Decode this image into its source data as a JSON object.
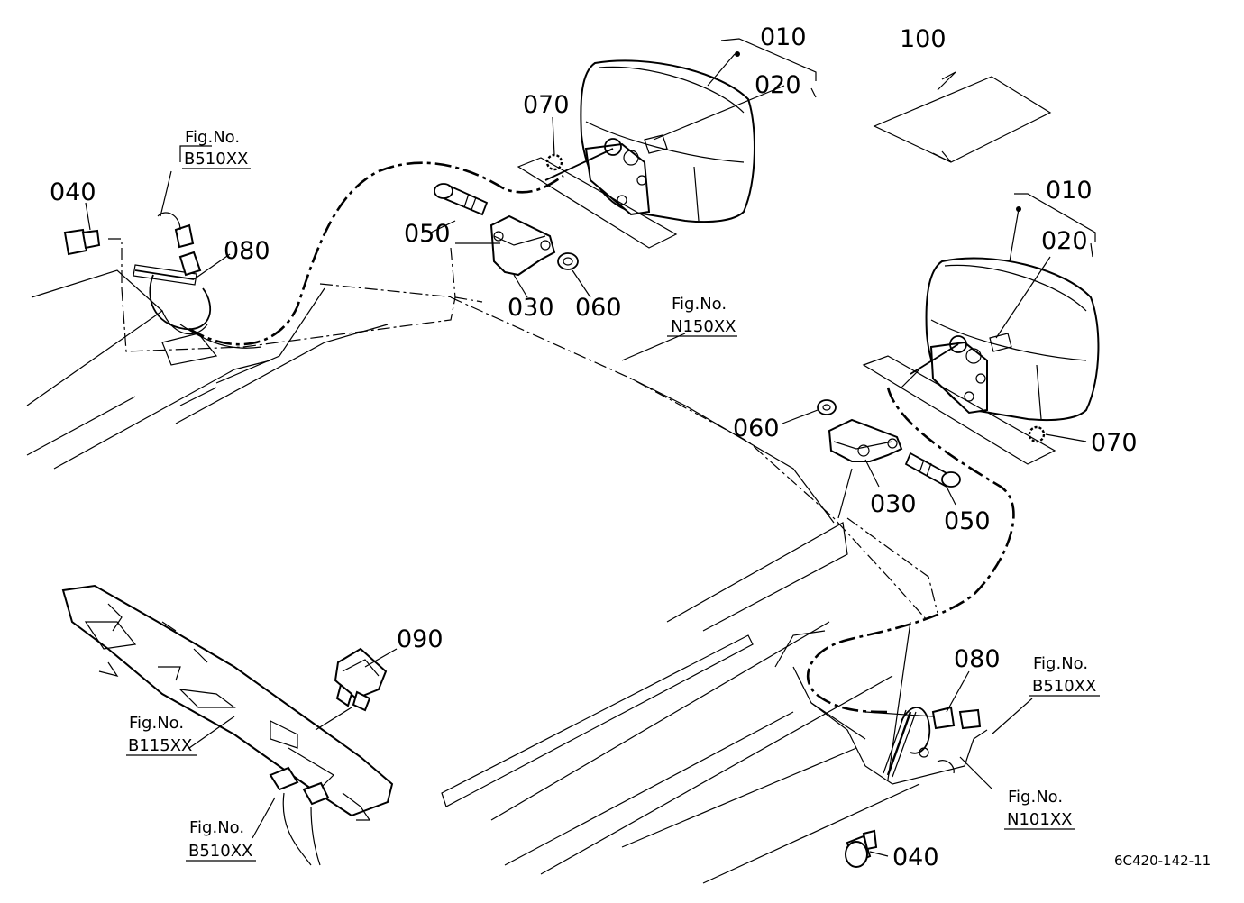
{
  "diagram": {
    "drawing_code": "6C420-142-11",
    "callouts": {
      "c010_left": "010",
      "c020_left": "020",
      "c070_left": "070",
      "c100": "100",
      "c040_left": "040",
      "c080_left": "080",
      "c050_left": "050",
      "c030_left": "030",
      "c060_left": "060",
      "c010_right": "010",
      "c020_right": "020",
      "c060_right": "060",
      "c070_right": "070",
      "c030_right": "030",
      "c050_right": "050",
      "c090": "090",
      "c080_right": "080",
      "c040_right": "040"
    },
    "figure_refs": {
      "b510_top": {
        "label": "Fig.No.",
        "code": "B510XX"
      },
      "n150": {
        "label": "Fig.No.",
        "code": "N150XX"
      },
      "b510_right": {
        "label": "Fig.No.",
        "code": "B510XX"
      },
      "b115": {
        "label": "Fig.No.",
        "code": "B115XX"
      },
      "n101": {
        "label": "Fig.No.",
        "code": "N101XX"
      },
      "b510_bottom": {
        "label": "Fig.No.",
        "code": "B510XX"
      }
    }
  }
}
